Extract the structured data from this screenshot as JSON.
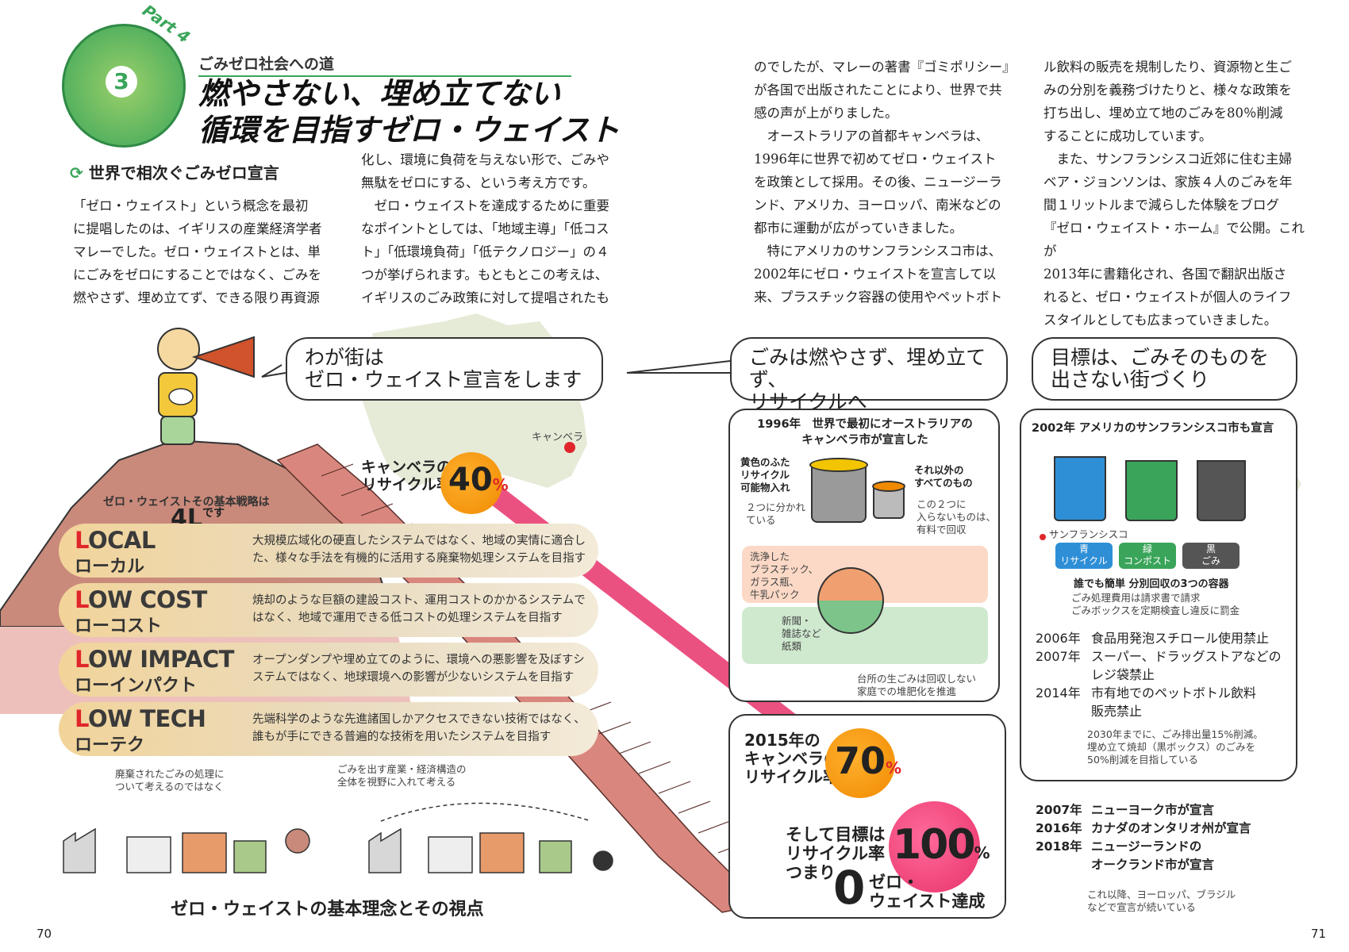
{
  "badge": {
    "part": "Part 4",
    "number": "3"
  },
  "header": {
    "kicker": "ごみゼロ社会への道",
    "title_line1": "燃やさない、埋め立てない",
    "title_line2": "循環を目指すゼロ・ウェイスト"
  },
  "section_heading": "世界で相次ぐごみゼロ宣言",
  "columns": [
    [
      "「ゼロ・ウェイスト」という概念を最初",
      "に提唱したのは、イギリスの産業経済学者",
      "マレーでした。ゼロ・ウェイストとは、単",
      "にごみをゼロにすることではなく、ごみを",
      "燃やさず、埋め立てず、できる限り再資源"
    ],
    [
      "化し、環境に負荷を与えない形で、ごみや",
      "無駄をゼロにする、という考え方です。",
      "　ゼロ・ウェイストを達成するために重要",
      "なポイントとしては、「地域主導」「低コス",
      "ト」「低環境負荷」「低テクノロジー」の４",
      "つが挙げられます。もともとこの考えは、",
      "イギリスのごみ政策に対して提唱されたも"
    ],
    [
      "のでしたが、マレーの著書『ゴミポリシー』",
      "が各国で出版されたことにより、世界で共",
      "感の声が上がりました。",
      "　オーストラリアの首都キャンベラは、",
      "1996年に世界で初めてゼロ・ウェイスト",
      "を政策として採用。その後、ニュージーラ",
      "ンド、アメリカ、ヨーロッパ、南米などの",
      "都市に運動が広がっていきました。",
      "　特にアメリカのサンフランシスコ市は、",
      "2002年にゼロ・ウェイストを宣言して以",
      "来、プラスチック容器の使用やペットボト"
    ],
    [
      "ル飲料の販売を規制したり、資源物と生ご",
      "みの分別を義務づけたりと、様々な政策を",
      "打ち出し、埋め立て地のごみを80％削減",
      "することに成功しています。",
      "　また、サンフランシスコ近郊に住む主婦",
      "ベア・ジョンソンは、家族４人のごみを年",
      "間１リットルまで減らした体験をブログ",
      "『ゼロ・ウェイスト・ホーム』で公開。これが",
      "2013年に書籍化され、各国で翻訳出版さ",
      "れると、ゼロ・ウェイストが個人のライフ",
      "スタイルとしても広まっていきました。"
    ]
  ],
  "bubbles": {
    "left": [
      "わが街は",
      "ゼロ・ウェイスト宣言をします"
    ],
    "middle": [
      "ごみは燃やさず、埋め立てず、",
      "リサイクルへ"
    ],
    "right": [
      "目標は、ごみそのものを",
      "出さない街づくり"
    ]
  },
  "map_label": "キャンベラ",
  "strategy": {
    "intro": "ゼロ・ウェイストその基本戦略は",
    "big": "4L",
    "suffix": "です",
    "items": [
      {
        "en_first": "L",
        "en_rest": "OCAL",
        "jp": "ローカル",
        "desc": "大規模広域化の硬直したシステムではなく、地域の実情に適合した、様々な手法を有機的に活用する廃棄物処理システムを目指す"
      },
      {
        "en_first": "L",
        "en_rest": "OW COST",
        "jp": "ローコスト",
        "desc": "焼却のような巨額の建設コスト、運用コストのかかるシステムではなく、地域で運用できる低コストの処理システムを目指す"
      },
      {
        "en_first": "L",
        "en_rest": "OW IMPACT",
        "jp": "ローインパクト",
        "desc": "オープンダンプや埋め立てのように、環境への悪影響を及ぼすシステムではなく、地球環境への影響が少ないシステムを目指す"
      },
      {
        "en_first": "L",
        "en_rest": "OW TECH",
        "jp": "ローテク",
        "desc": "先端科学のような先進諸国しかアクセスできない技術ではなく、誰もが手にできる普遍的な技術を用いたシステムを目指す"
      }
    ]
  },
  "bottom_left": {
    "note1": [
      "廃棄されたごみの処理に",
      "ついて考えるのではなく"
    ],
    "note2": [
      "ごみを出す産業・経済構造の",
      "全体を視野に入れて考える"
    ],
    "caption": "ゼロ・ウェイストの基本理念とその視点"
  },
  "rates": {
    "r1": {
      "label": [
        "キャンベラの",
        "リサイクル率"
      ],
      "value": "40",
      "unit": "%"
    },
    "r2": {
      "label": [
        "2015年の",
        "キャンベラの",
        "リサイクル率"
      ],
      "value": "70",
      "unit": "%"
    },
    "r3": {
      "label": [
        "そして目標は",
        "リサイクル率",
        "つまり"
      ],
      "value": "100",
      "unit": "%",
      "zero": "0",
      "zero_label": [
        "ゼロ・",
        "ウェイスト達成"
      ]
    }
  },
  "canberra_panel": {
    "title": [
      "1996年　世界で最初にオーストラリアの",
      "キャンベラ市が宣言した"
    ],
    "yellow_lid": [
      "黄色のふた",
      "リサイクル",
      "可能物入れ"
    ],
    "other": [
      "それ以外の",
      "すべてのもの"
    ],
    "two_split": [
      "２つに分かれ",
      "ている"
    ],
    "not_in": [
      "この２つに",
      "入らないものは、",
      "有料で回収"
    ],
    "washed": [
      "洗浄した",
      "プラスチック、",
      "ガラス瓶、",
      "牛乳パック"
    ],
    "paper": [
      "新聞・",
      "雑誌など",
      "紙類"
    ],
    "compost": [
      "台所の生ごみは回収しない",
      "家庭での堆肥化を推進"
    ]
  },
  "sf_panel": {
    "title": "2002年 アメリカのサンフランシスコ市も宣言",
    "city": "サンフランシスコ",
    "bins": [
      {
        "name": "青",
        "sub": "リサイクル",
        "color": "#2e8fd6"
      },
      {
        "name": "緑",
        "sub": "コンポスト",
        "color": "#3aa55a"
      },
      {
        "name": "黒",
        "sub": "ごみ",
        "color": "#555555"
      }
    ],
    "bins_caption": "誰でも簡単 分別回収の3つの容器",
    "fee_note": [
      "ごみ処理費用は請求書で請求",
      "ごみボックスを定期検査し違反に罰金"
    ],
    "timeline": [
      {
        "year": "2006年",
        "text": [
          "食品用発泡スチロール使用禁止"
        ]
      },
      {
        "year": "2007年",
        "text": [
          "スーパー、ドラッグストアなどの",
          "レジ袋禁止"
        ]
      },
      {
        "year": "2014年",
        "text": [
          "市有地でのペットボトル飲料",
          "販売禁止"
        ]
      }
    ],
    "goal_note": [
      "2030年までに、ごみ排出量15%削減。",
      "埋め立て焼却（黒ボックス）のごみを",
      "50%削減を目指している"
    ]
  },
  "other_cities": [
    {
      "year": "2007年",
      "text": [
        "ニューヨーク市が宣言"
      ]
    },
    {
      "year": "2016年",
      "text": [
        "カナダのオンタリオ州が宣言"
      ]
    },
    {
      "year": "2018年",
      "text": [
        "ニュージーランドの",
        "オークランド市が宣言"
      ]
    }
  ],
  "after_note": [
    "これ以降、ヨーロッパ、ブラジル",
    "などで宣言が続いている"
  ],
  "pages": {
    "left": "70",
    "right": "71"
  },
  "colors": {
    "accent_green": "#3aa55a",
    "accent_red": "#e0262b",
    "orange": "#f08a00",
    "arrow_pink": "#e8336b"
  }
}
